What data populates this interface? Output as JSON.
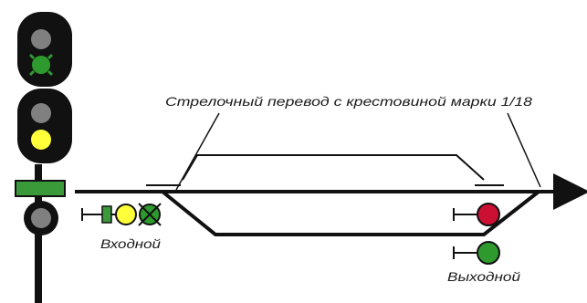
{
  "annotation": "Стрелочный перевод с крестовиной марки 1/18",
  "entry_signal_label": "Входной",
  "exit_signal_label": "Выходной",
  "colors": {
    "track": "#111111",
    "signal_body": "#111111",
    "lamp_off": "#808080",
    "lamp_green": "#2e9a2e",
    "lamp_yellow": "#ffff3a",
    "lamp_red": "#cc1033",
    "plate_green": "#3a9a3a"
  }
}
